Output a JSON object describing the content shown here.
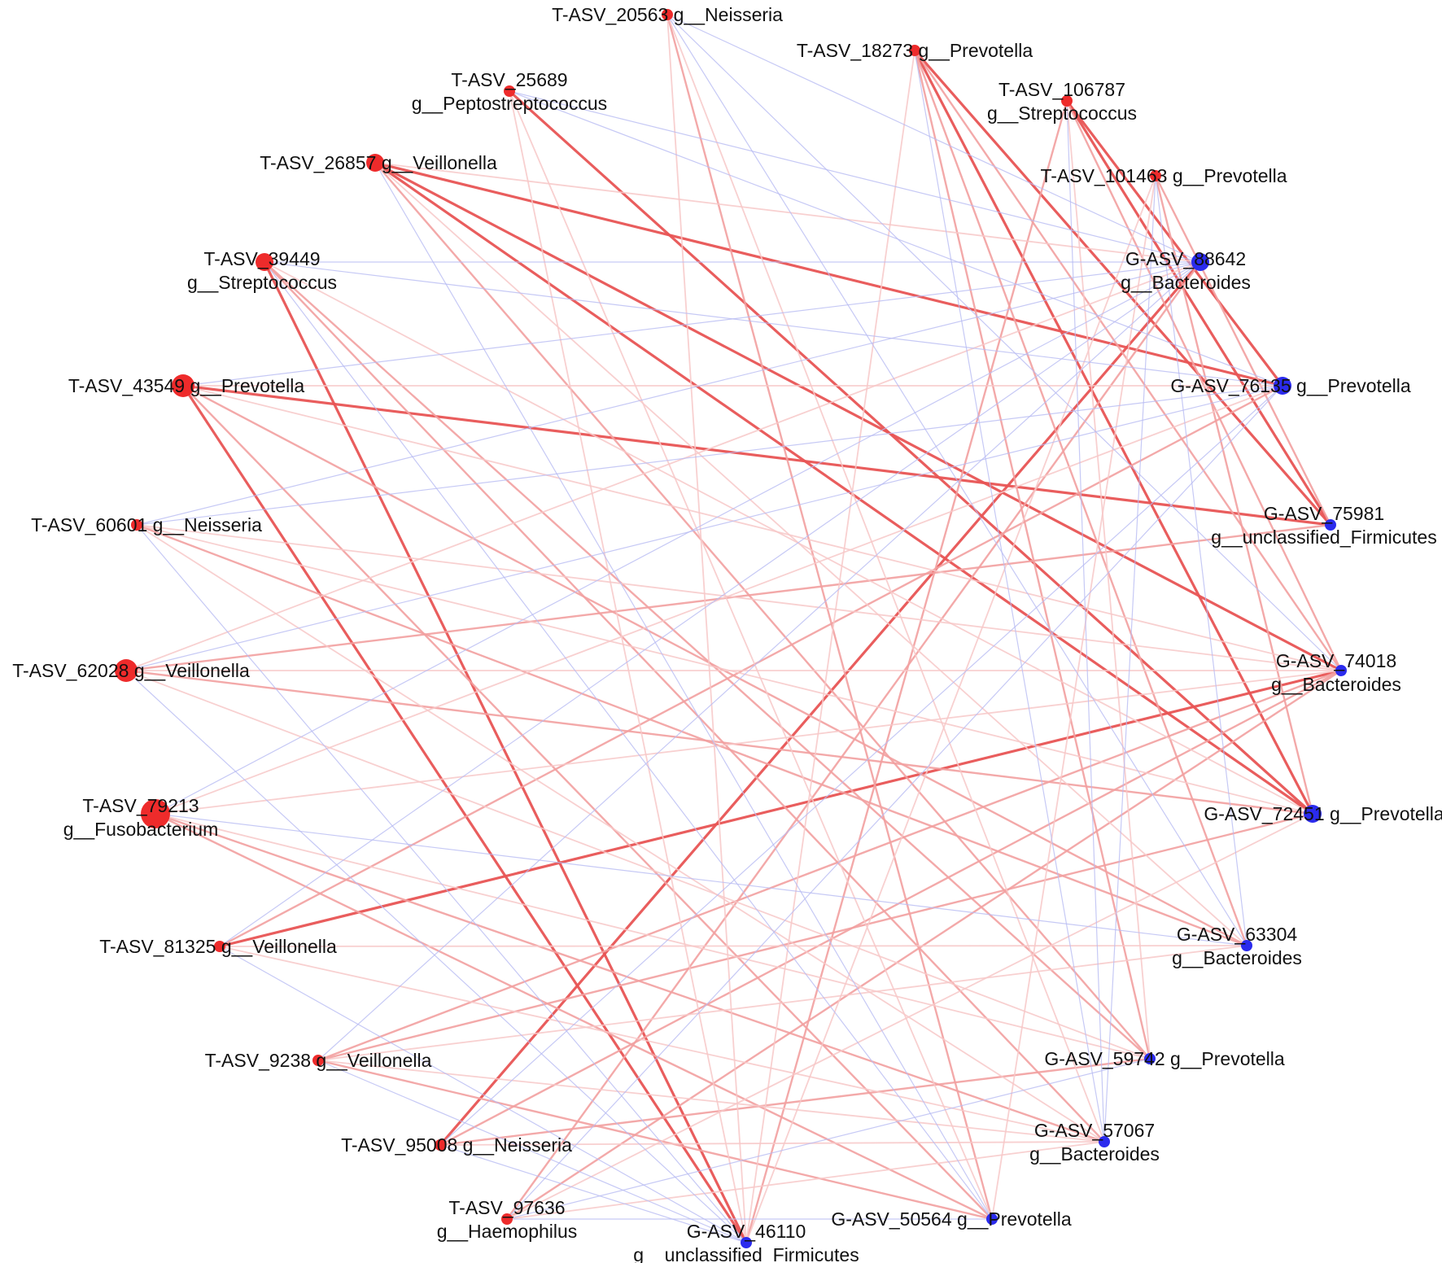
{
  "colors": {
    "tongue": "#ee2b2b",
    "gut": "#2b2bee",
    "edge_strong": "#e85454",
    "edge_medium": "#f2a0a0",
    "edge_faint": "#f7c8c8",
    "edge_negative": "#b8bcf2"
  },
  "nodes": [
    {
      "id": "T-ASV_20563",
      "line1": "T-ASV_20563 g__Neisseria",
      "line2": "",
      "group": "tongue",
      "weight": 1
    },
    {
      "id": "T-ASV_18273",
      "line1": "T-ASV_18273 g__Prevotella",
      "line2": "",
      "group": "tongue",
      "weight": 1
    },
    {
      "id": "T-ASV_106787",
      "line1": "T-ASV_106787",
      "line2": "g__Streptococcus",
      "group": "tongue",
      "weight": 1
    },
    {
      "id": "T-ASV_101463",
      "line1": "T-ASV_101463 g__Prevotella",
      "line2": "",
      "group": "tongue",
      "weight": 1
    },
    {
      "id": "G-ASV_88642",
      "line1": "G-ASV_88642",
      "line2": "g__Bacteroides",
      "group": "gut",
      "weight": 2
    },
    {
      "id": "G-ASV_76135",
      "line1": "G-ASV_76135 g__Prevotella",
      "line2": "",
      "group": "gut",
      "weight": 2
    },
    {
      "id": "G-ASV_75981",
      "line1": "G-ASV_75981",
      "line2": "g__unclassified_Firmicutes",
      "group": "gut",
      "weight": 1
    },
    {
      "id": "G-ASV_74018",
      "line1": "G-ASV_74018",
      "line2": "g__Bacteroides",
      "group": "gut",
      "weight": 1
    },
    {
      "id": "G-ASV_72451",
      "line1": "G-ASV_72451 g__Prevotella",
      "line2": "",
      "group": "gut",
      "weight": 2
    },
    {
      "id": "G-ASV_63304",
      "line1": "G-ASV_63304",
      "line2": "g__Bacteroides",
      "group": "gut",
      "weight": 1
    },
    {
      "id": "G-ASV_59742",
      "line1": "G-ASV_59742 g__Prevotella",
      "line2": "",
      "group": "gut",
      "weight": 1
    },
    {
      "id": "G-ASV_57067",
      "line1": "G-ASV_57067",
      "line2": "g__Bacteroides",
      "group": "gut",
      "weight": 1
    },
    {
      "id": "G-ASV_50564",
      "line1": "G-ASV_50564 g__Prevotella",
      "line2": "",
      "group": "gut",
      "weight": 1
    },
    {
      "id": "G-ASV_46110",
      "line1": "G-ASV_46110",
      "line2": "g__unclassified_Firmicutes",
      "group": "gut",
      "weight": 1
    },
    {
      "id": "T-ASV_97636",
      "line1": "T-ASV_97636",
      "line2": "g__Haemophilus",
      "group": "tongue",
      "weight": 1
    },
    {
      "id": "T-ASV_95008",
      "line1": "T-ASV_95008 g__Neisseria",
      "line2": "",
      "group": "tongue",
      "weight": 1
    },
    {
      "id": "T-ASV_9238",
      "line1": "T-ASV_9238 g__Veillonella",
      "line2": "",
      "group": "tongue",
      "weight": 1
    },
    {
      "id": "T-ASV_81325",
      "line1": "T-ASV_81325 g__Veillonella",
      "line2": "",
      "group": "tongue",
      "weight": 1
    },
    {
      "id": "T-ASV_79213",
      "line1": "T-ASV_79213",
      "line2": "g__Fusobacterium",
      "group": "tongue",
      "weight": 4
    },
    {
      "id": "T-ASV_62028",
      "line1": "T-ASV_62028 g__Veillonella",
      "line2": "",
      "group": "tongue",
      "weight": 3
    },
    {
      "id": "T-ASV_60601",
      "line1": "T-ASV_60601 g__Neisseria",
      "line2": "",
      "group": "tongue",
      "weight": 1
    },
    {
      "id": "T-ASV_43549",
      "line1": "T-ASV_43549 g__Prevotella",
      "line2": "",
      "group": "tongue",
      "weight": 3
    },
    {
      "id": "T-ASV_39449",
      "line1": "T-ASV_39449",
      "line2": "g__Streptococcus",
      "group": "tongue",
      "weight": 2
    },
    {
      "id": "T-ASV_26857",
      "line1": "T-ASV_26857 g__Veillonella",
      "line2": "",
      "group": "tongue",
      "weight": 2
    },
    {
      "id": "T-ASV_25689",
      "line1": "T-ASV_25689",
      "line2": "g__Peptostreptococcus",
      "group": "tongue",
      "weight": 1
    }
  ],
  "edges": [
    [
      "T-ASV_26857",
      "G-ASV_76135",
      3
    ],
    [
      "T-ASV_26857",
      "G-ASV_74018",
      3
    ],
    [
      "T-ASV_26857",
      "G-ASV_72451",
      3
    ],
    [
      "T-ASV_43549",
      "G-ASV_75981",
      3
    ],
    [
      "T-ASV_43549",
      "G-ASV_46110",
      3
    ],
    [
      "T-ASV_39449",
      "G-ASV_46110",
      3
    ],
    [
      "T-ASV_95008",
      "G-ASV_88642",
      3
    ],
    [
      "T-ASV_81325",
      "G-ASV_74018",
      3
    ],
    [
      "T-ASV_18273",
      "G-ASV_75981",
      3
    ],
    [
      "T-ASV_18273",
      "G-ASV_72451",
      3
    ],
    [
      "T-ASV_106787",
      "G-ASV_75981",
      3
    ],
    [
      "T-ASV_106787",
      "G-ASV_76135",
      3
    ],
    [
      "T-ASV_25689",
      "G-ASV_72451",
      3
    ],
    [
      "T-ASV_62028",
      "G-ASV_75981",
      2
    ],
    [
      "T-ASV_62028",
      "G-ASV_72451",
      2
    ],
    [
      "T-ASV_60601",
      "G-ASV_63304",
      2
    ],
    [
      "T-ASV_9238",
      "G-ASV_74018",
      2
    ],
    [
      "T-ASV_9238",
      "G-ASV_50564",
      2
    ],
    [
      "T-ASV_95008",
      "G-ASV_74018",
      2
    ],
    [
      "T-ASV_95008",
      "G-ASV_59742",
      2
    ],
    [
      "T-ASV_97636",
      "G-ASV_74018",
      2
    ],
    [
      "T-ASV_97636",
      "G-ASV_88642",
      2
    ],
    [
      "T-ASV_79213",
      "G-ASV_57067",
      2
    ],
    [
      "T-ASV_79213",
      "G-ASV_50564",
      2
    ],
    [
      "T-ASV_18273",
      "G-ASV_59742",
      2
    ],
    [
      "T-ASV_18273",
      "G-ASV_74018",
      2
    ],
    [
      "T-ASV_18273",
      "G-ASV_63304",
      2
    ],
    [
      "T-ASV_101463",
      "G-ASV_72451",
      2
    ],
    [
      "T-ASV_101463",
      "G-ASV_75981",
      2
    ],
    [
      "T-ASV_106787",
      "G-ASV_74018",
      2
    ],
    [
      "T-ASV_106787",
      "G-ASV_46110",
      2
    ],
    [
      "T-ASV_20563",
      "G-ASV_50564",
      2
    ],
    [
      "T-ASV_26857",
      "G-ASV_59742",
      2
    ],
    [
      "T-ASV_39449",
      "G-ASV_57067",
      2
    ],
    [
      "T-ASV_39449",
      "G-ASV_59742",
      2
    ],
    [
      "T-ASV_43549",
      "G-ASV_63304",
      2
    ],
    [
      "T-ASV_43549",
      "G-ASV_50564",
      2
    ],
    [
      "T-ASV_81325",
      "G-ASV_76135",
      2
    ],
    [
      "T-ASV_9238",
      "G-ASV_72451",
      2
    ],
    [
      "T-ASV_60601",
      "G-ASV_74018",
      1
    ],
    [
      "T-ASV_60601",
      "G-ASV_57067",
      1
    ],
    [
      "T-ASV_62028",
      "G-ASV_59742",
      1
    ],
    [
      "T-ASV_62028",
      "G-ASV_88642",
      1
    ],
    [
      "T-ASV_79213",
      "G-ASV_74018",
      1
    ],
    [
      "T-ASV_79213",
      "G-ASV_59742",
      1
    ],
    [
      "T-ASV_81325",
      "G-ASV_57067",
      1
    ],
    [
      "T-ASV_81325",
      "G-ASV_63304",
      1
    ],
    [
      "T-ASV_9238",
      "G-ASV_57067",
      1
    ],
    [
      "T-ASV_97636",
      "G-ASV_57067",
      1
    ],
    [
      "T-ASV_97636",
      "G-ASV_72451",
      1
    ],
    [
      "T-ASV_95008",
      "G-ASV_57067",
      1
    ],
    [
      "T-ASV_25689",
      "G-ASV_50564",
      1
    ],
    [
      "T-ASV_25689",
      "G-ASV_46110",
      1
    ],
    [
      "T-ASV_20563",
      "G-ASV_46110",
      1
    ],
    [
      "T-ASV_20563",
      "G-ASV_57067",
      1
    ],
    [
      "T-ASV_39449",
      "G-ASV_72451",
      1
    ],
    [
      "T-ASV_26857",
      "G-ASV_88642",
      1
    ],
    [
      "T-ASV_26857",
      "G-ASV_63304",
      1
    ],
    [
      "T-ASV_43549",
      "G-ASV_76135",
      1
    ],
    [
      "T-ASV_43549",
      "G-ASV_74018",
      1
    ],
    [
      "T-ASV_101463",
      "G-ASV_46110",
      1
    ],
    [
      "T-ASV_101463",
      "G-ASV_50564",
      1
    ],
    [
      "T-ASV_18273",
      "G-ASV_46110",
      1
    ],
    [
      "T-ASV_106787",
      "G-ASV_59742",
      1
    ],
    [
      "T-ASV_62028",
      "G-ASV_74018",
      1
    ],
    [
      "T-ASV_60601",
      "G-ASV_72451",
      1
    ],
    [
      "T-ASV_9238",
      "G-ASV_63304",
      1
    ],
    [
      "T-ASV_79213",
      "G-ASV_76135",
      1
    ],
    [
      "T-ASV_79213",
      "G-ASV_88642",
      0
    ],
    [
      "T-ASV_81325",
      "G-ASV_88642",
      0
    ],
    [
      "T-ASV_9238",
      "G-ASV_88642",
      0
    ],
    [
      "T-ASV_95008",
      "G-ASV_76135",
      0
    ],
    [
      "T-ASV_97636",
      "G-ASV_76135",
      0
    ],
    [
      "T-ASV_60601",
      "G-ASV_88642",
      0
    ],
    [
      "T-ASV_60601",
      "G-ASV_76135",
      0
    ],
    [
      "T-ASV_62028",
      "G-ASV_76135",
      0
    ],
    [
      "T-ASV_62028",
      "G-ASV_46110",
      0
    ],
    [
      "T-ASV_43549",
      "G-ASV_88642",
      0
    ],
    [
      "T-ASV_39449",
      "G-ASV_88642",
      0
    ],
    [
      "T-ASV_39449",
      "G-ASV_76135",
      0
    ],
    [
      "T-ASV_25689",
      "G-ASV_88642",
      0
    ],
    [
      "T-ASV_25689",
      "G-ASV_76135",
      0
    ],
    [
      "T-ASV_20563",
      "G-ASV_88642",
      0
    ],
    [
      "T-ASV_20563",
      "G-ASV_63304",
      0
    ],
    [
      "T-ASV_18273",
      "G-ASV_57067",
      0
    ],
    [
      "T-ASV_106787",
      "G-ASV_57067",
      0
    ],
    [
      "T-ASV_101463",
      "G-ASV_57067",
      0
    ],
    [
      "T-ASV_101463",
      "G-ASV_63304",
      0
    ],
    [
      "T-ASV_20563",
      "G-ASV_74018",
      0
    ],
    [
      "T-ASV_60601",
      "G-ASV_46110",
      0
    ],
    [
      "T-ASV_79213",
      "G-ASV_63304",
      0
    ],
    [
      "T-ASV_81325",
      "G-ASV_46110",
      0
    ],
    [
      "T-ASV_9238",
      "G-ASV_46110",
      0
    ],
    [
      "T-ASV_39449",
      "G-ASV_50564",
      0
    ],
    [
      "T-ASV_26857",
      "G-ASV_50564",
      0
    ],
    [
      "T-ASV_97636",
      "G-ASV_50564",
      0
    ],
    [
      "T-ASV_97636",
      "G-ASV_59742",
      0
    ],
    [
      "T-ASV_95008",
      "G-ASV_46110",
      0
    ]
  ]
}
